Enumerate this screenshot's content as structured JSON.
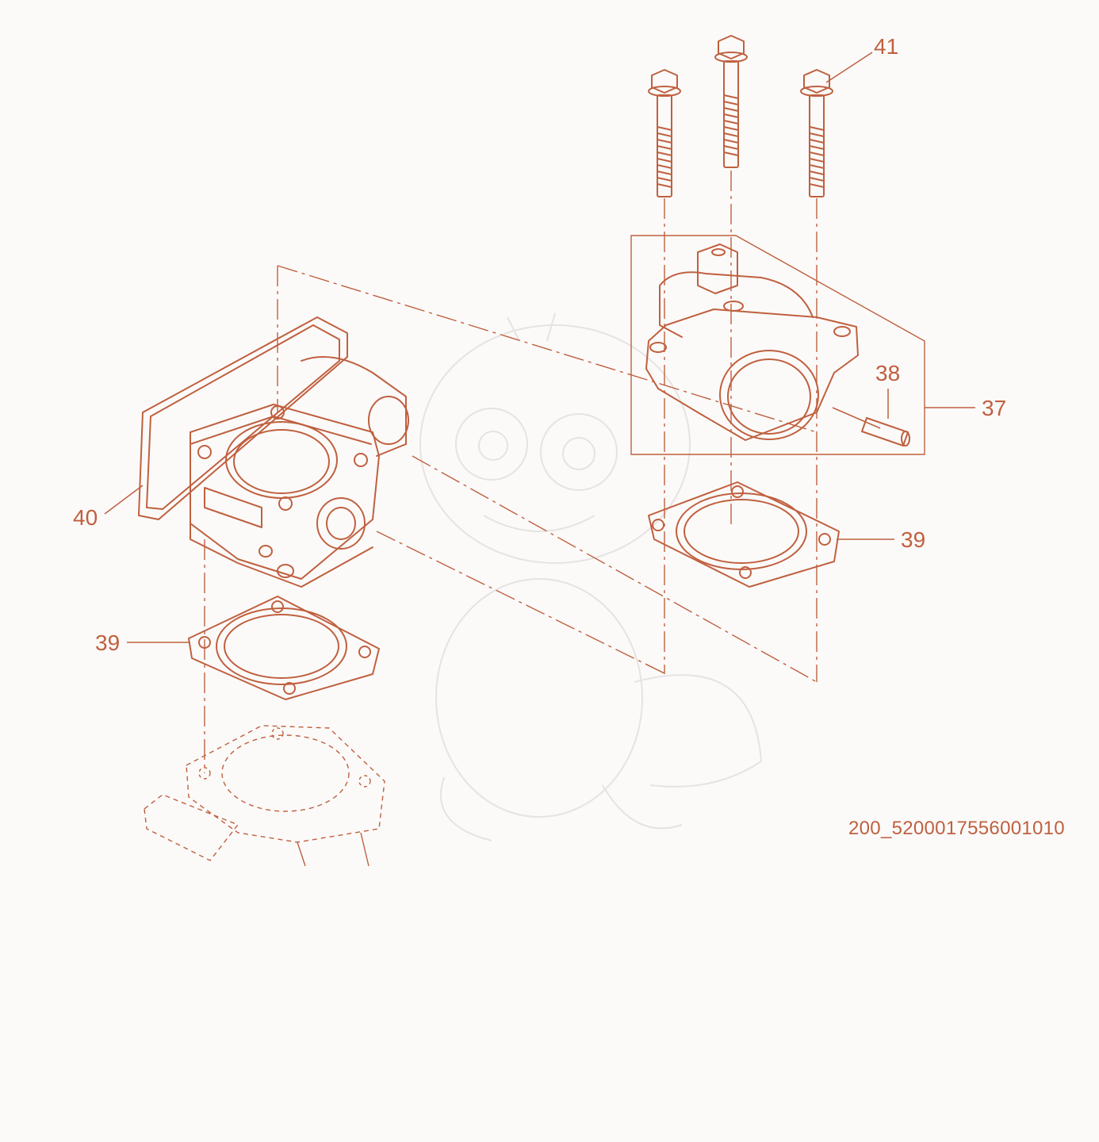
{
  "colors": {
    "accent": "#c0603f",
    "background": "#fbfaf9",
    "watermark": "#e6e3e0"
  },
  "labels": {
    "l41": "41",
    "l38": "38",
    "l37": "37",
    "l40": "40",
    "l39_right": "39",
    "l39_left": "39"
  },
  "reference": "200_5200017556001010"
}
